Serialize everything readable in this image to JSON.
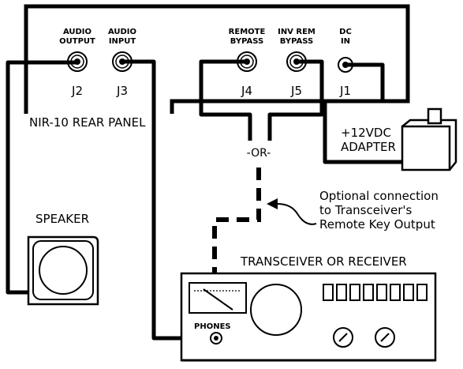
{
  "rear_panel": {
    "title": "NIR-10 REAR PANEL",
    "jacks": [
      {
        "id": "J2",
        "top": "AUDIO",
        "bottom": "OUTPUT"
      },
      {
        "id": "J3",
        "top": "AUDIO",
        "bottom": "INPUT"
      },
      {
        "id": "J4",
        "top": "REMOTE",
        "bottom": "BYPASS"
      },
      {
        "id": "J5",
        "top": "INV REM",
        "bottom": "BYPASS"
      },
      {
        "id": "J1",
        "top": "DC",
        "bottom": "IN"
      }
    ]
  },
  "or_label": "-OR-",
  "adapter": {
    "line1": "+12VDC",
    "line2": "ADAPTER"
  },
  "speaker": {
    "label": "SPEAKER"
  },
  "transceiver": {
    "label": "TRANSCEIVER OR RECEIVER",
    "phones": "PHONES"
  },
  "note": {
    "line1": "Optional connection",
    "line2": "to Transceiver's",
    "line3": "Remote Key Output"
  }
}
